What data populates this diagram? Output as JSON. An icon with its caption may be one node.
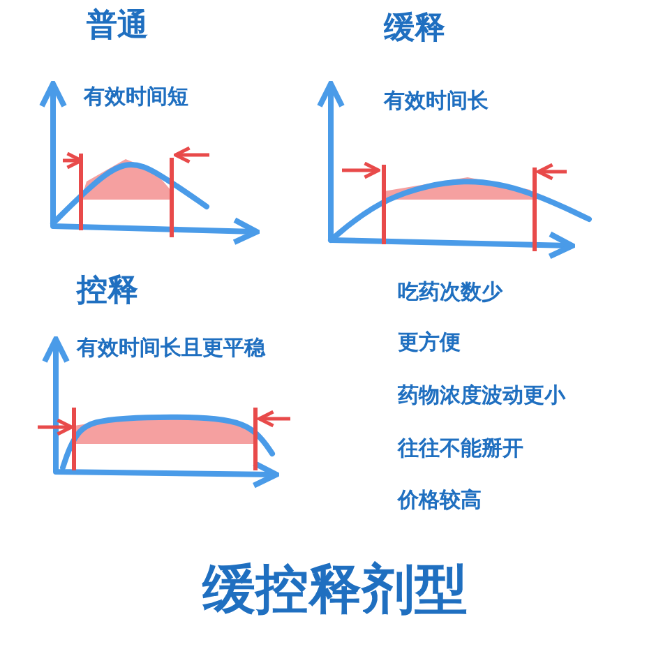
{
  "diagram": {
    "title": "缓控释剂型",
    "labels": [
      "普通",
      "缓释",
      "有效时间短",
      "有效时间长",
      "控释",
      "吃药次数少",
      "有效时间长且更平稳",
      "更方便",
      "药物浓度波动更小",
      "往往不能掰开",
      "价格较高"
    ]
  }
}
